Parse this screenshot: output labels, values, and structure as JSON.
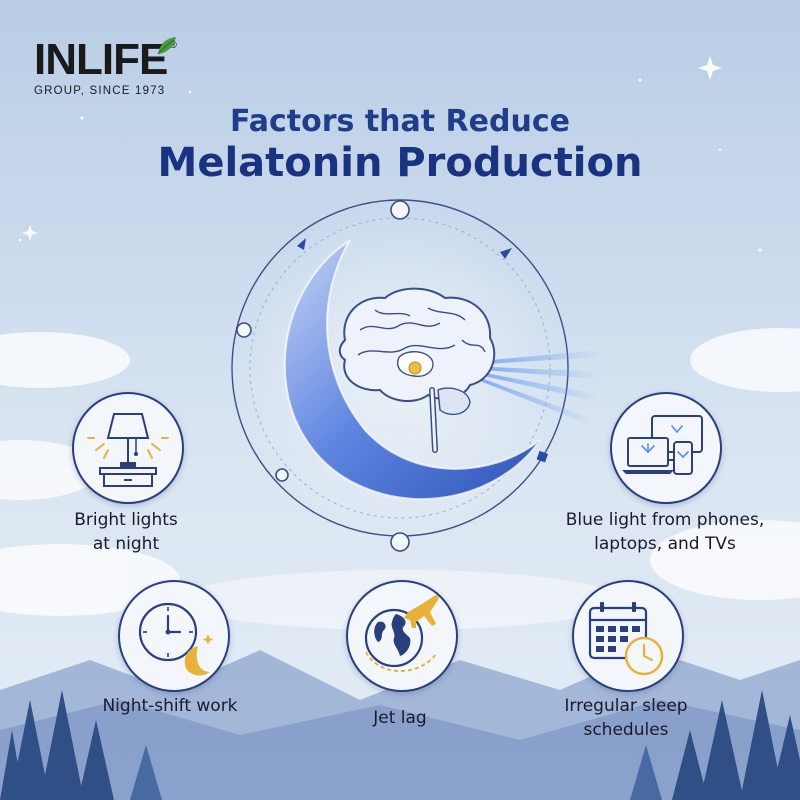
{
  "brand": {
    "name": "INLIFE",
    "registered": "®",
    "tagline": "GROUP, SINCE 1973"
  },
  "heading": {
    "line1": "Factors that Reduce",
    "line2": "Melatonin Production"
  },
  "factors": [
    {
      "icon": "table-lamp-icon",
      "label_line1": "Bright lights",
      "label_line2": "at night"
    },
    {
      "icon": "devices-icon",
      "label_line1": "Blue light from phones,",
      "label_line2": "laptops, and TVs"
    },
    {
      "icon": "clock-moon-icon",
      "label_line1": "Night-shift work",
      "label_line2": ""
    },
    {
      "icon": "globe-plane-icon",
      "label_line1": "Jet lag",
      "label_line2": ""
    },
    {
      "icon": "calendar-clock-icon",
      "label_line1": "Irregular sleep",
      "label_line2": "schedules"
    }
  ],
  "colors": {
    "title": "#1f3d8a",
    "icon_stroke": "#2a3f80",
    "accent": "#e8b23a",
    "moon": "#4a72d6"
  }
}
